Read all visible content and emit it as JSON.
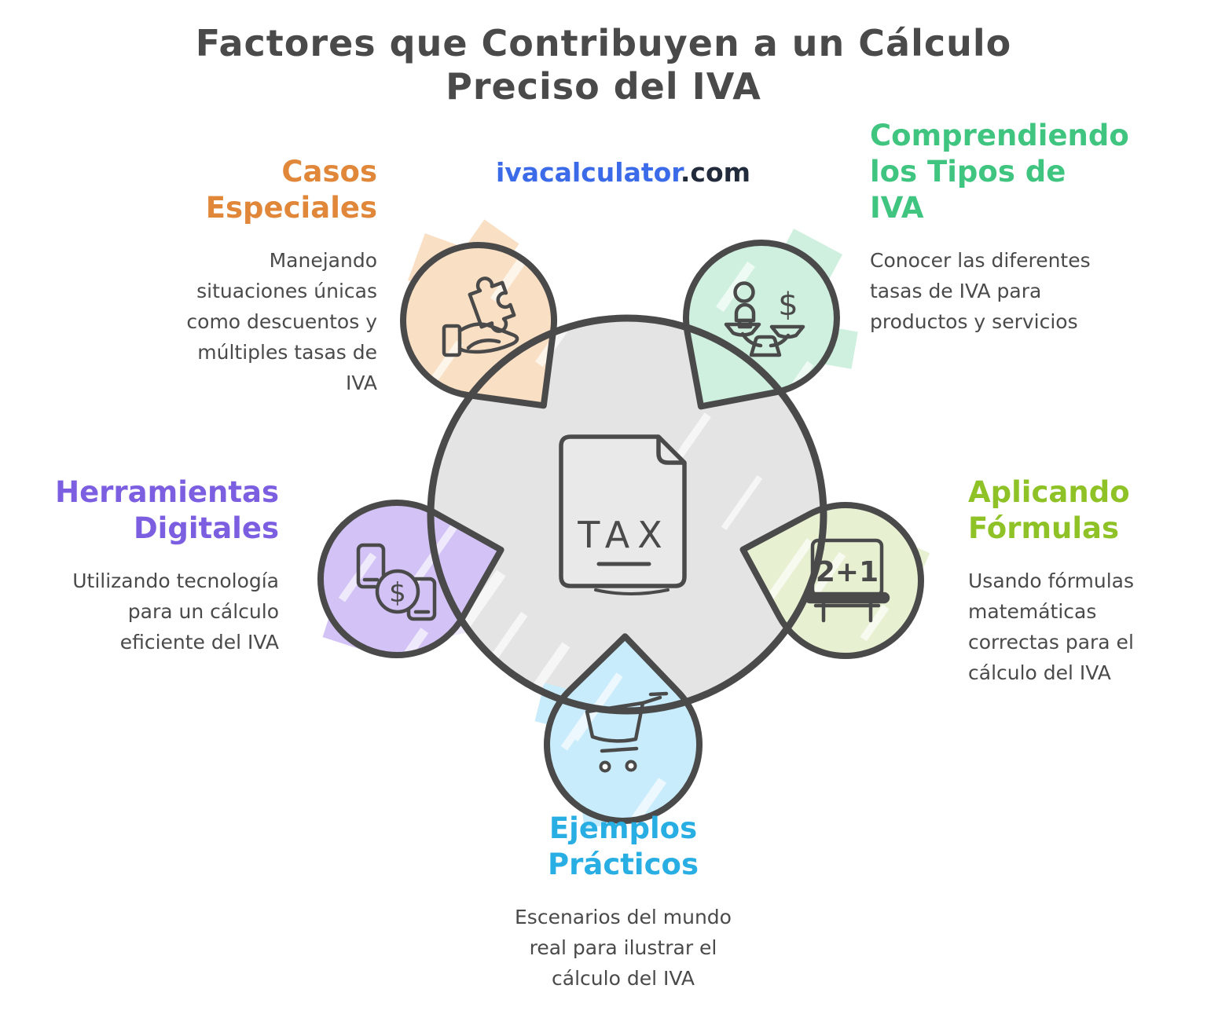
{
  "title": "Factores que Contribuyen a un Cálculo\nPreciso del IVA",
  "logo": {
    "brand": "ivacalculator",
    "tld": ".com"
  },
  "hub": {
    "document_label": "TAX",
    "fill_color": "#e4e4e4",
    "stroke_color": "#4a4a4a"
  },
  "sections": [
    {
      "key": "casos-especiales",
      "heading": "Casos\nEspeciales",
      "body": "Manejando\nsituaciones únicas\ncomo descuentos y\nmúltiples tasas de\nIVA",
      "accent": "#e0873a",
      "bubble_color": "#f9dfc3",
      "icon": "hand-holding-puzzle",
      "position": "top-left"
    },
    {
      "key": "comprendiendo-tipos-iva",
      "heading": "Comprendiendo\nlos Tipos de\nIVA",
      "body": "Conocer las diferentes\ntasas de IVA para\nproductos y servicios",
      "accent": "#3fc580",
      "bubble_color": "#cff0df",
      "icon": "balance-person-dollar",
      "dollar_glyph": "$",
      "position": "top-right"
    },
    {
      "key": "aplicando-formulas",
      "heading": "Aplicando\nFórmulas",
      "body": "Usando fórmulas\nmatemáticas\ncorrectas para el\ncálculo del IVA",
      "accent": "#8fc226",
      "bubble_color": "#e7f1d2",
      "icon": "chalkboard",
      "board_label": "2+1",
      "position": "right"
    },
    {
      "key": "ejemplos-practicos",
      "heading": "Ejemplos\nPrácticos",
      "body": "Escenarios del mundo\nreal para ilustrar el\ncálculo del IVA",
      "accent": "#29aee4",
      "bubble_color": "#c8ecfb",
      "icon": "shopping-cart",
      "position": "bottom"
    },
    {
      "key": "herramientas-digitales",
      "heading": "Herramientas\nDigitales",
      "body": "Utilizando tecnología\npara un cálculo\neficiente del IVA",
      "accent": "#7c5fe1",
      "bubble_color": "#d2c2f5",
      "icon": "devices-dollar-coin",
      "dollar_glyph": "$",
      "position": "left"
    }
  ]
}
